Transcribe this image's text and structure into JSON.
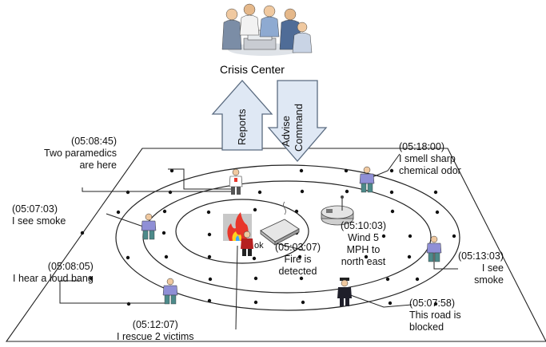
{
  "center": {
    "title": "Crisis Center"
  },
  "arrows": {
    "up": "Reports",
    "down": "Advise Command"
  },
  "device_label": "ok",
  "reports": [
    {
      "time": "(05:08:45)",
      "text": "Two paramedics\nare here"
    },
    {
      "time": "(05:18:00)",
      "text": "I smell sharp\nchemical odor"
    },
    {
      "time": "(05:07:03)",
      "text": "I see smoke"
    },
    {
      "time": "(05:10:03)",
      "text": "Wind 5\nMPH to\nnorth east"
    },
    {
      "time": "(05:03:07)",
      "text": "Fire is\ndetected"
    },
    {
      "time": "(05:13:03)",
      "text": "I see\nsmoke"
    },
    {
      "time": "(05:08:05)",
      "text": "I hear a loud bang"
    },
    {
      "time": "(05:07:58)",
      "text": "This road is\nblocked"
    },
    {
      "time": "(05:12:07)",
      "text": "I rescue 2 victims"
    }
  ],
  "colors": {
    "arrow_fill": "#dfe8f4",
    "arrow_stroke": "#5a6b80",
    "person_shirt": "#8f8fd6",
    "person_pants": "#4d8a8a",
    "person_skin": "#f0c9a0",
    "fire_red": "#e8362a",
    "fire_yellow": "#ffd21f"
  }
}
